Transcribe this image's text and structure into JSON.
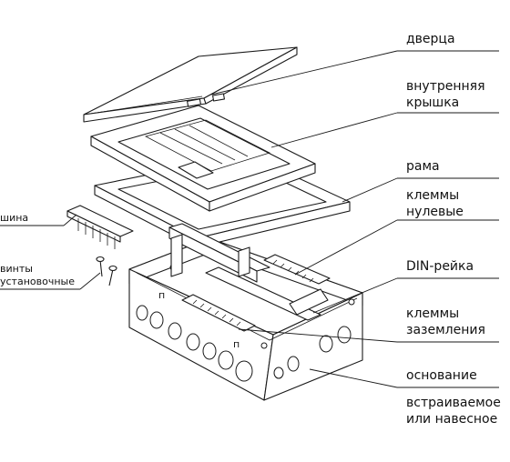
{
  "labels": {
    "door": "дверца",
    "inner_cover_line1": "внутренняя",
    "inner_cover_line2": "крышка",
    "frame": "рама",
    "neutral_terminals_line1": "клеммы",
    "neutral_terminals_line2": "нулевые",
    "bus": "шина",
    "screws_line1": "винты",
    "screws_line2": "установочные",
    "din_rail": "DIN-рейка",
    "ground_terminals_line1": "клеммы",
    "ground_terminals_line2": "заземления",
    "base": "основание",
    "mount_line1": "встраиваемое",
    "mount_line2": "или навесное"
  },
  "colors": {
    "line": "#1a1a1a",
    "background": "#ffffff"
  }
}
